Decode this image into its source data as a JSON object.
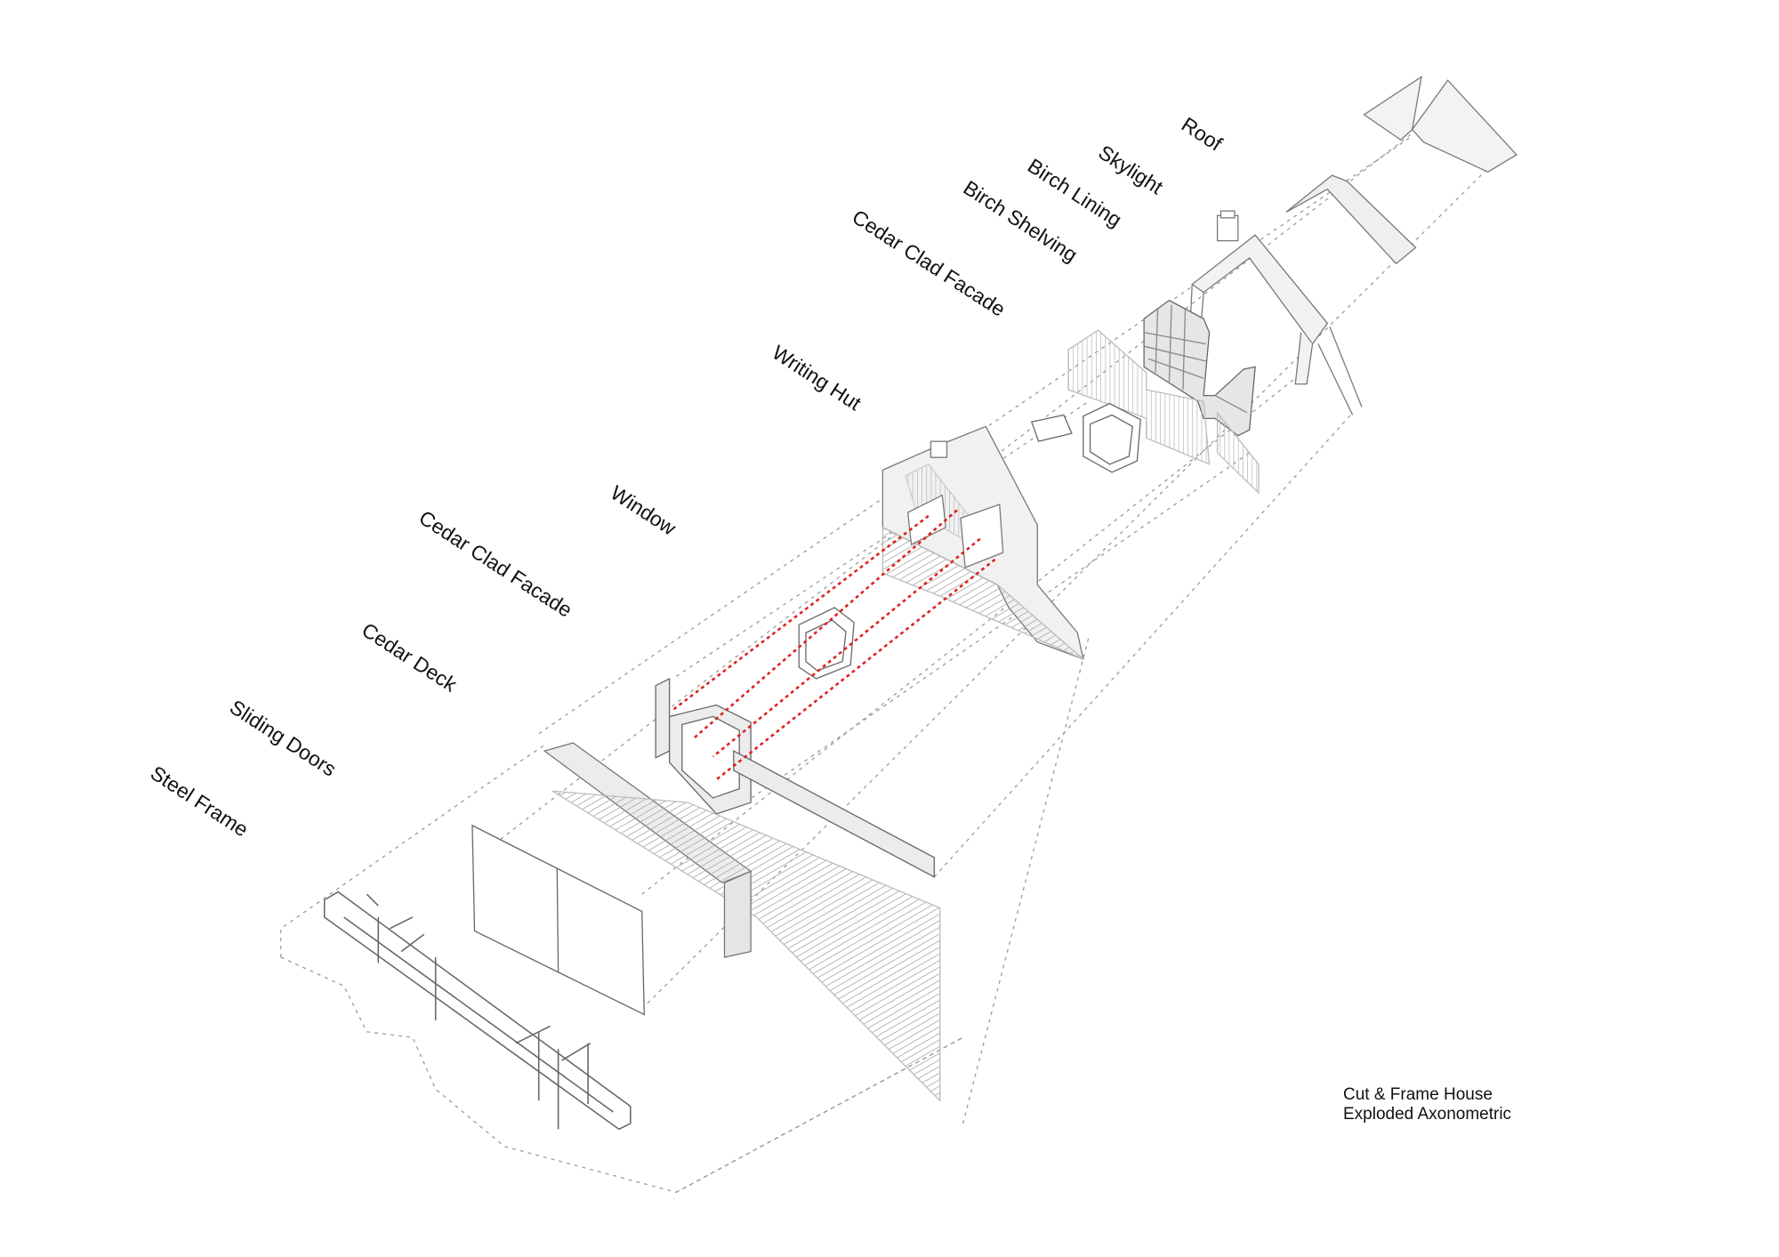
{
  "labels": {
    "roof": "Roof",
    "skylight": "Skylight",
    "birch_lining": "Birch Lining",
    "birch_shelving": "Birch Shelving",
    "cedar_clad_facade_upper": "Cedar Clad Facade",
    "writing_hut": "Writing Hut",
    "window": "Window",
    "cedar_clad_facade_lower": "Cedar Clad Facade",
    "cedar_deck": "Cedar Deck",
    "sliding_doors": "Sliding Doors",
    "steel_frame": "Steel Frame"
  },
  "caption": {
    "line1": "Cut & Frame House",
    "line2": "Exploded Axonometric"
  },
  "colors": {
    "line": "#777777",
    "fill": "#eeeeee",
    "accent_red": "#e02020"
  }
}
